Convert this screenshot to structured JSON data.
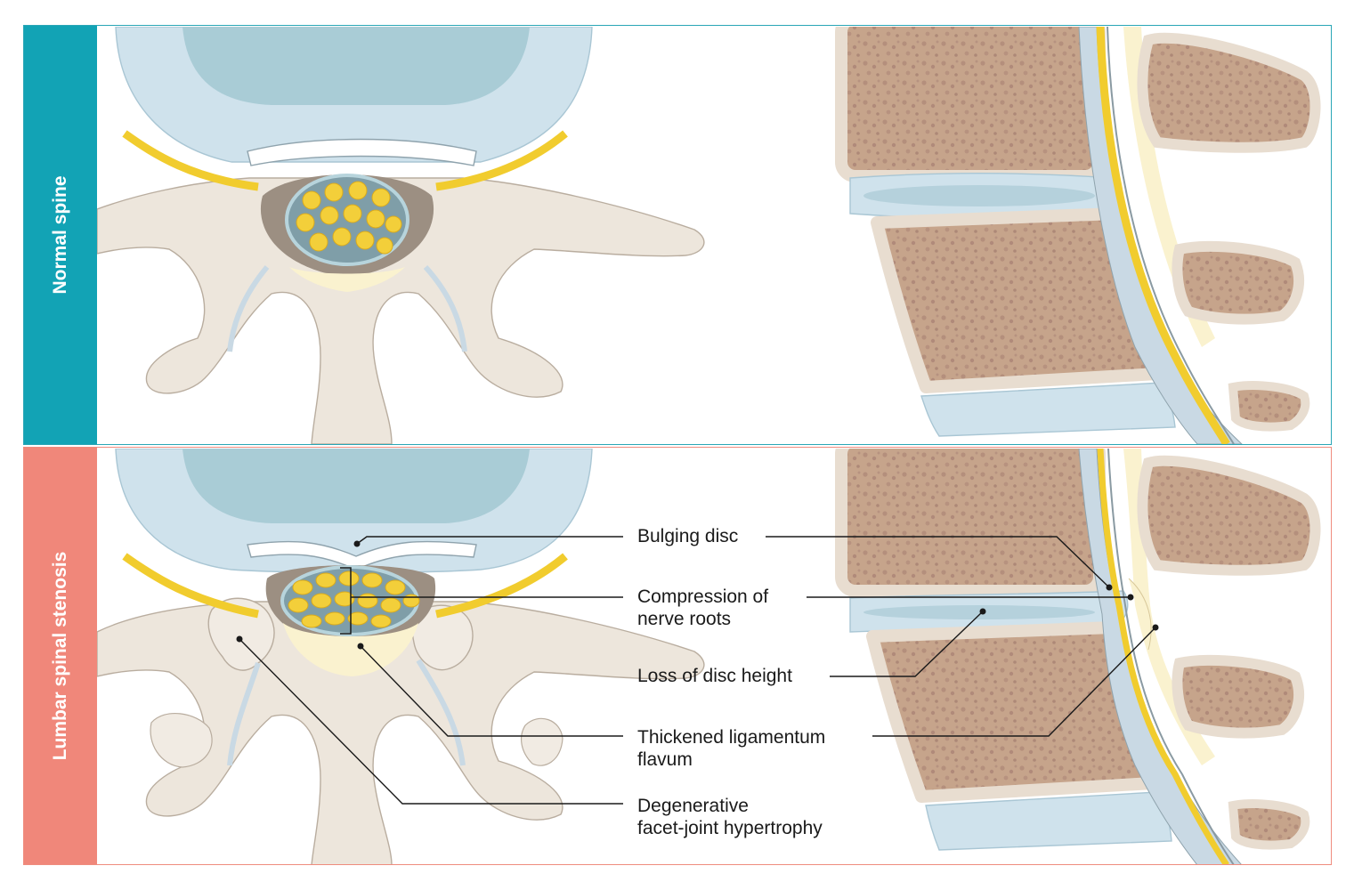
{
  "panels": {
    "normal": {
      "title": "Normal spine"
    },
    "stenosis": {
      "title": "Lumbar spinal stenosis"
    }
  },
  "labels": {
    "bulging_disc": "Bulging disc",
    "compression_line1": "Compression of",
    "compression_line2": "nerve roots",
    "loss_disc_height": "Loss of disc height",
    "ligamentum_line1": "Thickened ligamentum",
    "ligamentum_line2": "flavum",
    "facet_line1": "Degenerative",
    "facet_line2": "facet-joint hypertrophy"
  },
  "colors": {
    "normal_accent": "#12a3b5",
    "stenosis_accent": "#f0877a",
    "bone": "#ede6dc",
    "vertebral_body": "#c7a58c",
    "disc": "#cfe2ec",
    "nerve": "#f1cc2e",
    "leader_line": "#1a1a1a"
  }
}
